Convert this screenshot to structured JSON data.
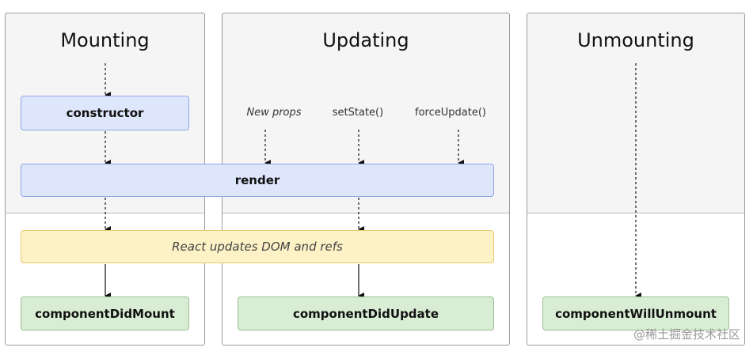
{
  "phases": {
    "mounting": "Mounting",
    "updating": "Updating",
    "unmounting": "Unmounting"
  },
  "triggers": {
    "new_props": "New props",
    "set_state": "setState()",
    "force_update": "forceUpdate()"
  },
  "methods": {
    "constructor": "constructor",
    "render": "render",
    "react_updates": "React updates DOM and refs",
    "did_mount": "componentDidMount",
    "did_update": "componentDidUpdate",
    "will_unmount": "componentWillUnmount"
  },
  "watermark": "@稀土掘金技术社区",
  "colors": {
    "blue_fill": "#dde6fb",
    "yellow_fill": "#fdf2c6",
    "green_fill": "#d9ecd4"
  }
}
